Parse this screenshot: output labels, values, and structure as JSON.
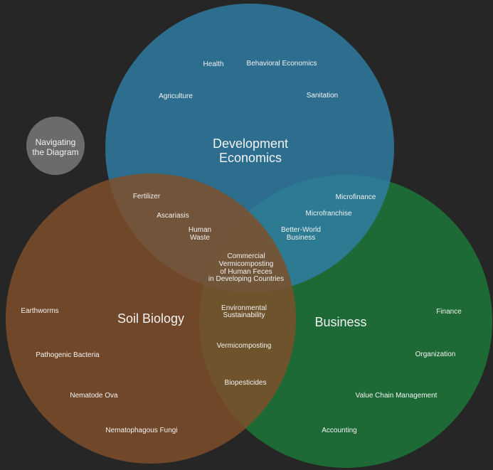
{
  "colors": {
    "background": "#262626",
    "development": "#2f7fa6",
    "soil": "#7e4f2a",
    "business": "#1e6a37",
    "nav": "#6b6b6b"
  },
  "nav_button": {
    "line1": "Navigating",
    "line2": "the Diagram"
  },
  "circles": {
    "development": {
      "title1": "Development",
      "title2": "Economics"
    },
    "soil": {
      "title": "Soil Biology"
    },
    "business": {
      "title": "Business"
    }
  },
  "labels": {
    "health": "Health",
    "behavioral": "Behavioral Economics",
    "agriculture": "Agriculture",
    "sanitation": "Sanitation",
    "fertilizer": "Fertilizer",
    "ascariasis": "Ascariasis",
    "human_waste_1": "Human",
    "human_waste_2": "Waste",
    "microfinance": "Microfinance",
    "microfranchise": "Microfranchise",
    "better_world_1": "Better-World",
    "better_world_2": "Business",
    "center_1": "Commercial",
    "center_2": "Vermicomposting",
    "center_3": "of Human Feces",
    "center_4": "in Developing Countries",
    "env_1": "Environmental",
    "env_2": "Sustainability",
    "vermicomposting": "Vermicomposting",
    "biopesticides": "Biopesticides",
    "earthworms": "Earthworms",
    "pathogenic": "Pathogenic Bacteria",
    "nematode": "Nematode Ova",
    "fungi": "Nematophagous Fungi",
    "finance": "Finance",
    "organization": "Organization",
    "value_chain": "Value Chain Management",
    "accounting": "Accounting"
  }
}
